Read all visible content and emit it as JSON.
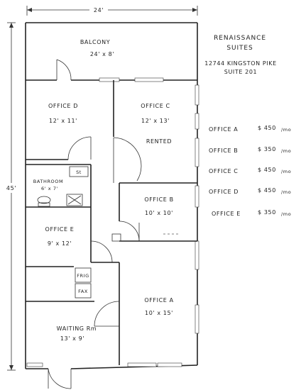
{
  "dimensions": {
    "width": "24'",
    "height": "45'"
  },
  "header": {
    "name_line1": "RENAISSANCE",
    "name_line2": "SUITES",
    "address_line1": "12744 KINGSTON PIKE",
    "address_line2": "SUITE 201"
  },
  "rooms": {
    "balcony": {
      "name": "BALCONY",
      "size": "24' x 8'"
    },
    "office_d": {
      "name": "OFFICE D",
      "size": "12' x 11'"
    },
    "office_c": {
      "name": "OFFICE C",
      "size": "12' x 13'",
      "status": "RENTED"
    },
    "bathroom": {
      "name": "BATHROOM",
      "size": "6' x 7'"
    },
    "office_b": {
      "name": "OFFICE B",
      "size": "10' x 10'"
    },
    "office_e": {
      "name": "OFFICE E",
      "size": "9' x 12'"
    },
    "office_a": {
      "name": "OFFICE A",
      "size": "10' x 15'"
    },
    "waiting": {
      "name": "WAITING Rm",
      "size": "13' x 9'"
    },
    "fridge": "FRIG",
    "fax": "FAX",
    "sink": "St"
  },
  "prices": [
    {
      "office": "OFFICE A",
      "price": "$ 450",
      "suffix": "/mo"
    },
    {
      "office": "OFFICE B",
      "price": "$ 350",
      "suffix": "/mo"
    },
    {
      "office": "OFFICE C",
      "price": "$ 450",
      "suffix": "/mo"
    },
    {
      "office": "OFFICE D",
      "price": "$ 450",
      "suffix": "/mo"
    },
    {
      "office": "OFFICE E",
      "price": "$ 350",
      "suffix": "/mo"
    }
  ]
}
